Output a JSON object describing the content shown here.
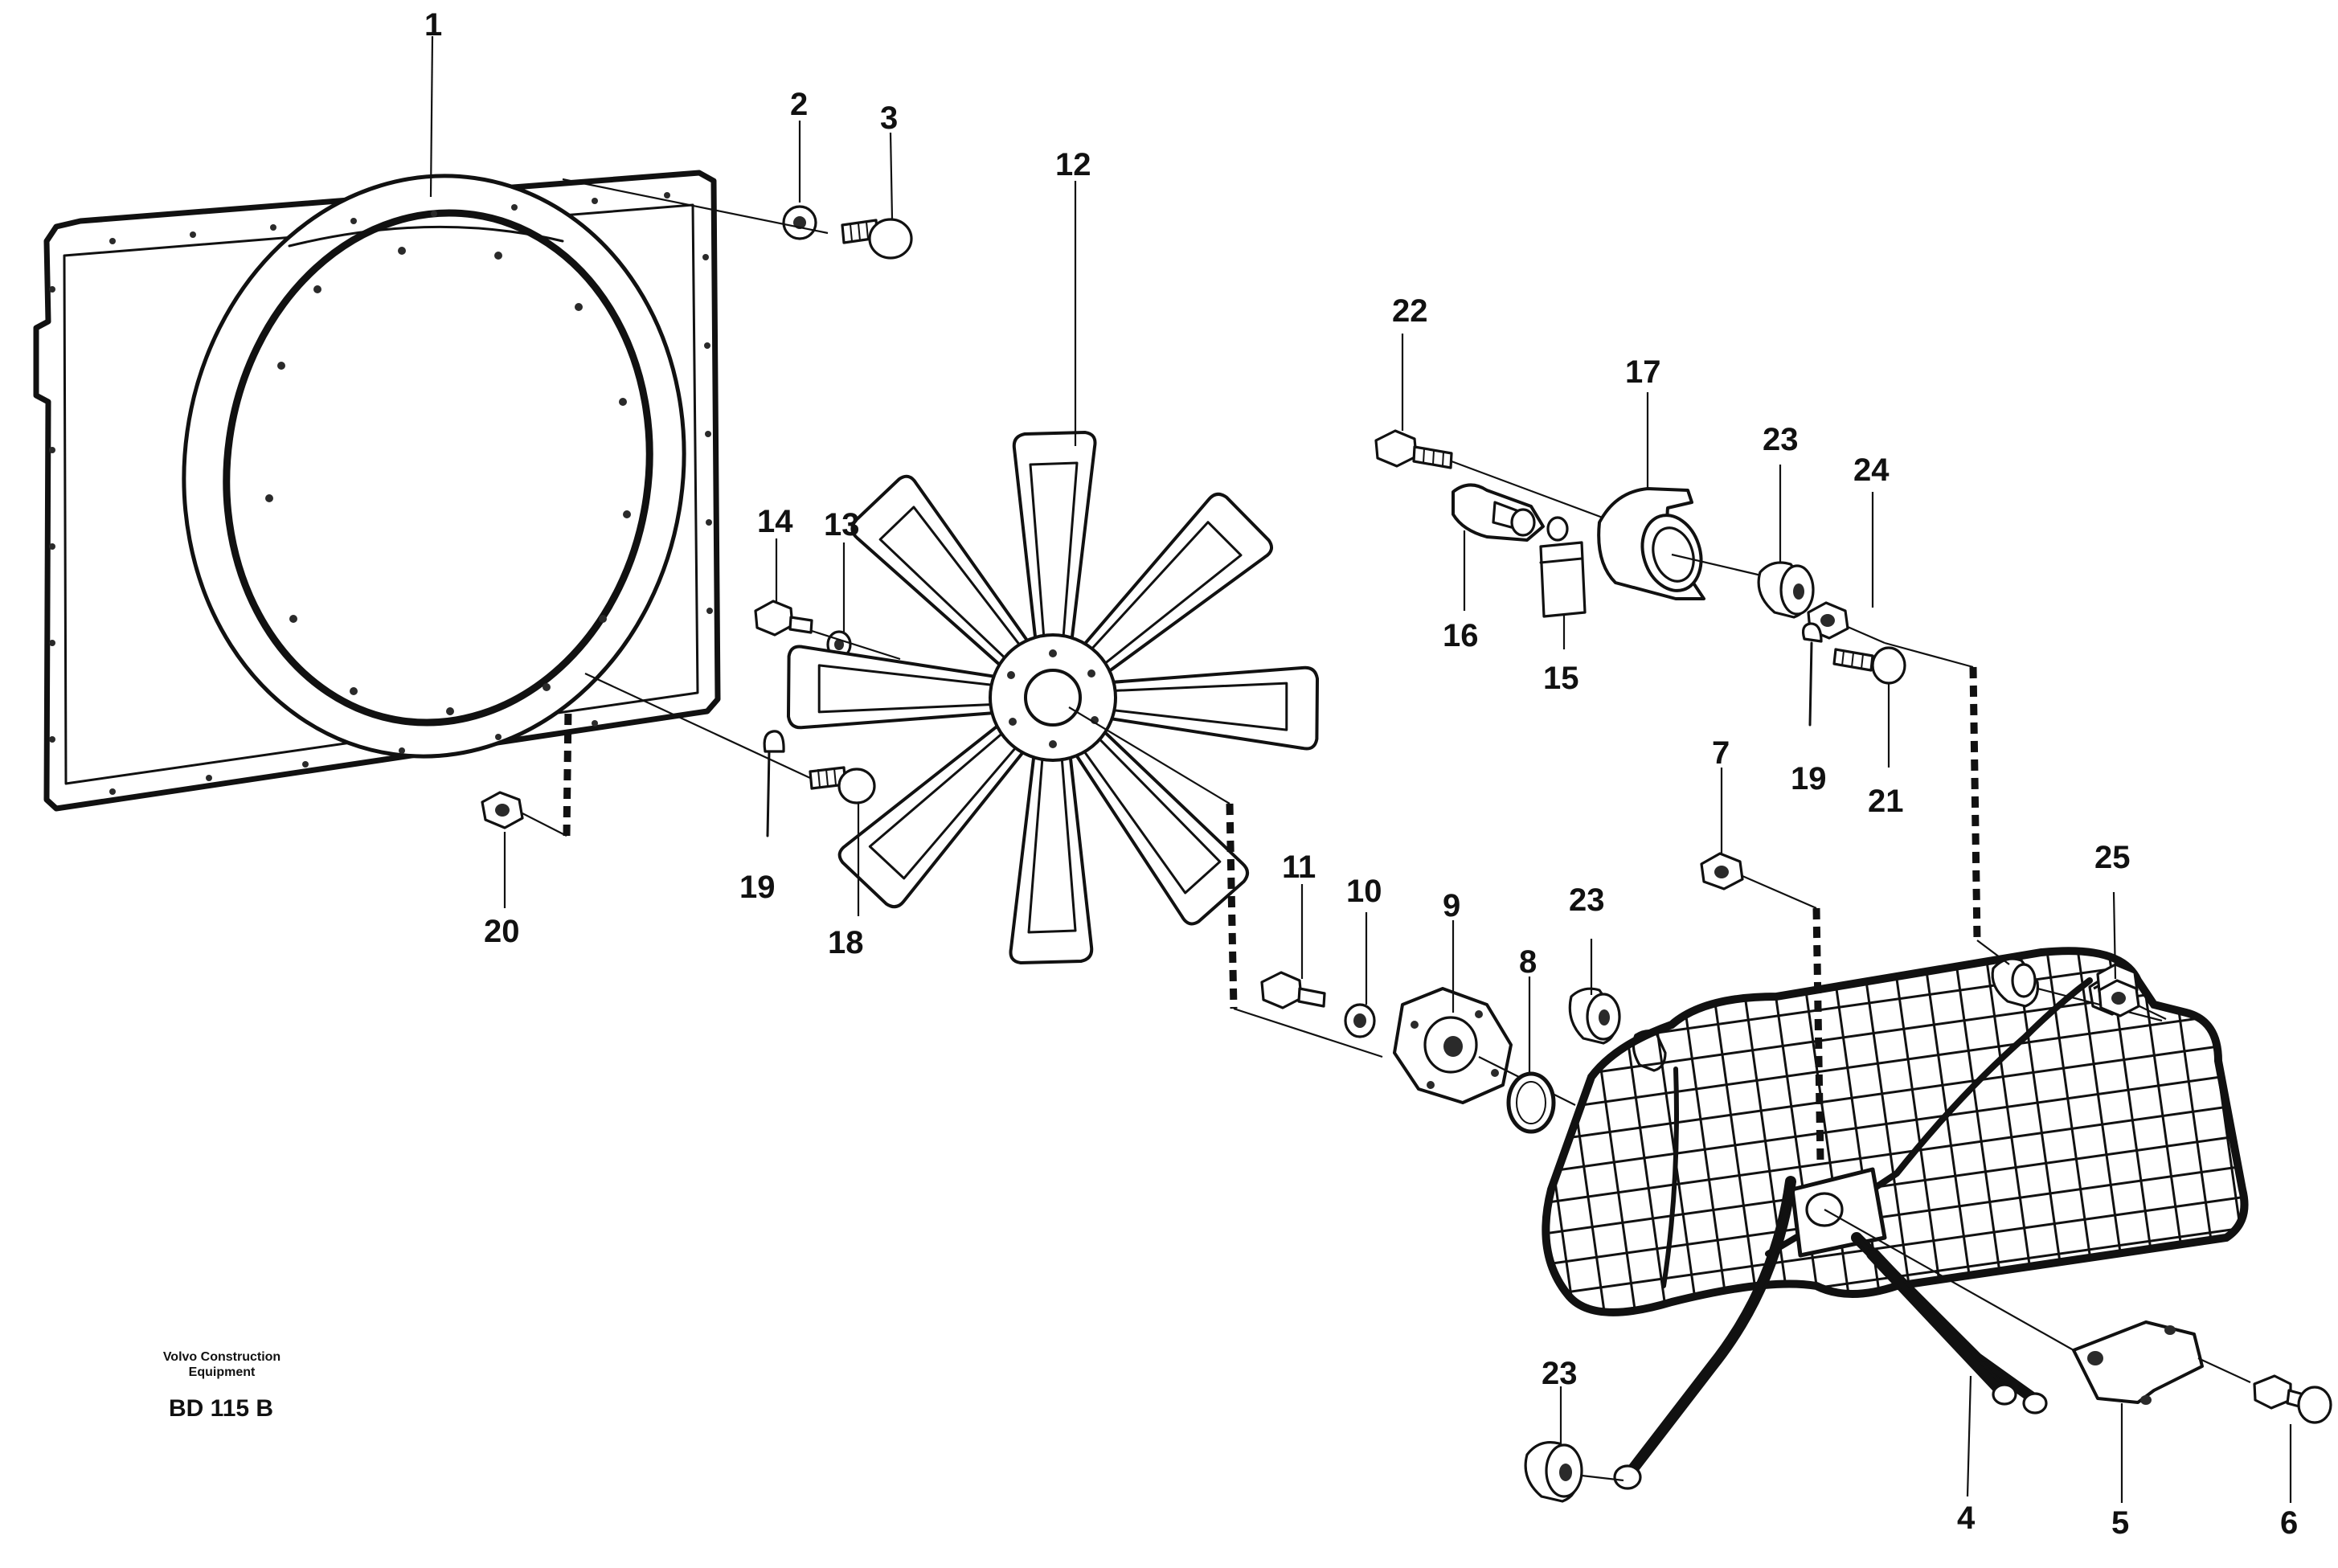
{
  "diagram": {
    "callouts": {
      "c1": "1",
      "c2": "2",
      "c3": "3",
      "c4": "4",
      "c5": "5",
      "c6": "6",
      "c7": "7",
      "c8": "8",
      "c9": "9",
      "c10": "10",
      "c11": "11",
      "c12": "12",
      "c13": "13",
      "c14": "14",
      "c15": "15",
      "c16": "16",
      "c17": "17",
      "c18": "18",
      "c19a": "19",
      "c19b": "19",
      "c20": "20",
      "c21": "21",
      "c22": "22",
      "c23a": "23",
      "c23b": "23",
      "c23c": "23",
      "c24": "24",
      "c25": "25"
    },
    "brand_line1": "Volvo Construction",
    "brand_line2": "Equipment",
    "figure_code": "BD 115 B"
  }
}
